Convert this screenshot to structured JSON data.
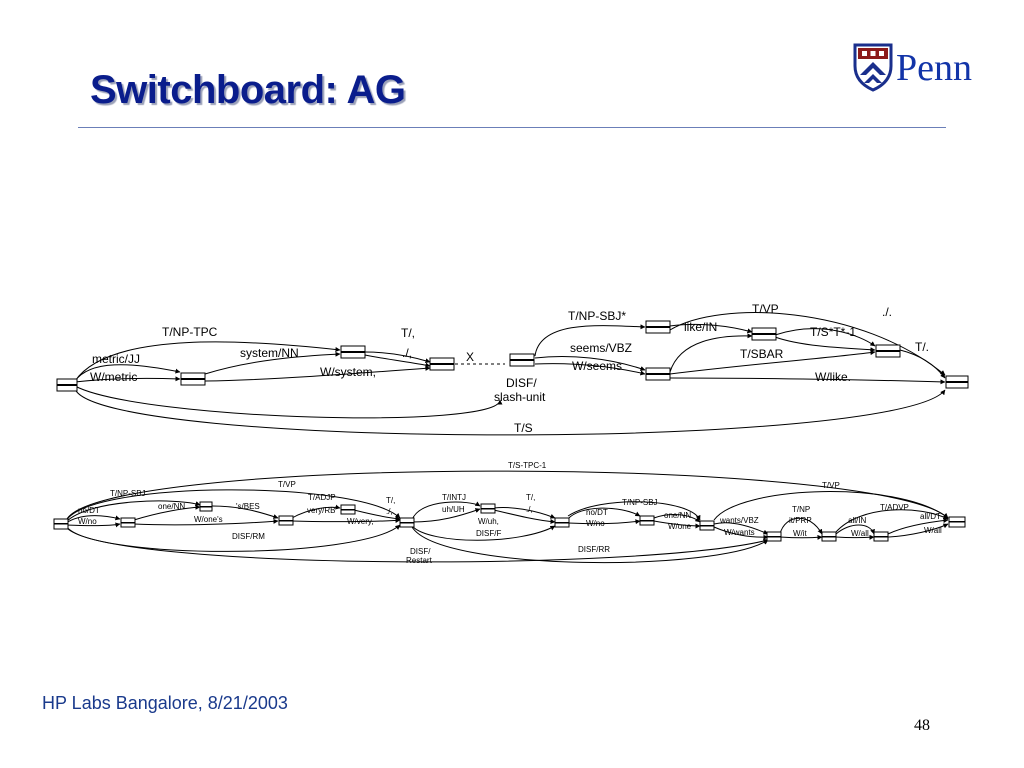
{
  "slide": {
    "title": "Switchboard: AG",
    "footer_left": "HP Labs Bangalore, 8/21/2003",
    "page_number": "48"
  },
  "logo": {
    "word": "Penn",
    "shield_color": "#1a2f8c",
    "band_color": "#8c1a1a"
  },
  "colors": {
    "title": "#0a1d8c",
    "rule": "#6b7fb8",
    "footer": "#1a3a8c"
  },
  "top_graph": {
    "labels": [
      "T/NP-TPC",
      "metric/JJ",
      "W/metric",
      "system/NN",
      "W/system,",
      "T/,",
      "./,",
      "X",
      "DISF/",
      "slash-unit",
      "T/NP-SBJ*",
      "seems/VBZ",
      "W/seems",
      "like/IN",
      "T/VP",
      "T/S*T*-1",
      "./.",
      "T/SBAR",
      "T/.",
      "W/like.",
      "T/S"
    ]
  },
  "bottom_graph": {
    "labels": [
      "T/S-TPC-1",
      "T/VP",
      "T/NP-SBJ",
      "no/DT",
      "W/no",
      "one/NN",
      "W/one's",
      "'s/BES",
      "T/ADJP",
      "very/RB",
      "W/very,",
      "T/,",
      "./,",
      "DISF/RM",
      "T/INTJ",
      "uh/UH",
      "W/uh,",
      "T/,",
      "./,",
      "DISF/F",
      "DISF/",
      "Restart",
      "T/NP-SBJ",
      "no/DT",
      "W/no",
      "one/NN",
      "W/one",
      "DISF/RR",
      "wants/VBZ",
      "W/wants",
      "T/VP",
      "T/NP",
      "it/PRP",
      "W/it",
      "all/IN",
      "W/all",
      "T/ADVP",
      "all/DT",
      "W/all"
    ]
  }
}
